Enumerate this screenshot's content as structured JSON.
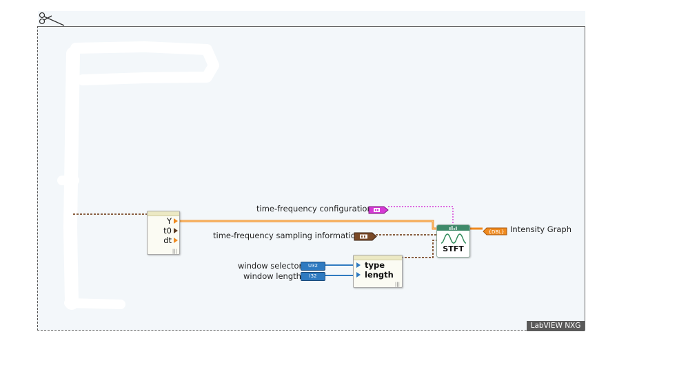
{
  "footer": {
    "product_badge": "LabVIEW NXG"
  },
  "inputs": {
    "tf_config_label": "time-frequency configuration",
    "tf_sampling_label": "time-frequency sampling information",
    "window_selector_label": "window selector",
    "window_selector_type": "U32",
    "window_length_label": "window length",
    "window_length_type": "I32"
  },
  "unbundle_node": {
    "rows": [
      "Y",
      "t0",
      "dt"
    ]
  },
  "window_cluster_node": {
    "rows": [
      "type",
      "length"
    ]
  },
  "stft_node": {
    "label": "STFT"
  },
  "output": {
    "label": "Intensity Graph",
    "type": "DBL"
  },
  "colors": {
    "canvas": "#f3f7fa",
    "waveform_wire": "#7a4a28",
    "pink_wire": "#d63ad6",
    "orange_wire": "#ef8a1f",
    "blue_wire": "#2f7ac0"
  }
}
